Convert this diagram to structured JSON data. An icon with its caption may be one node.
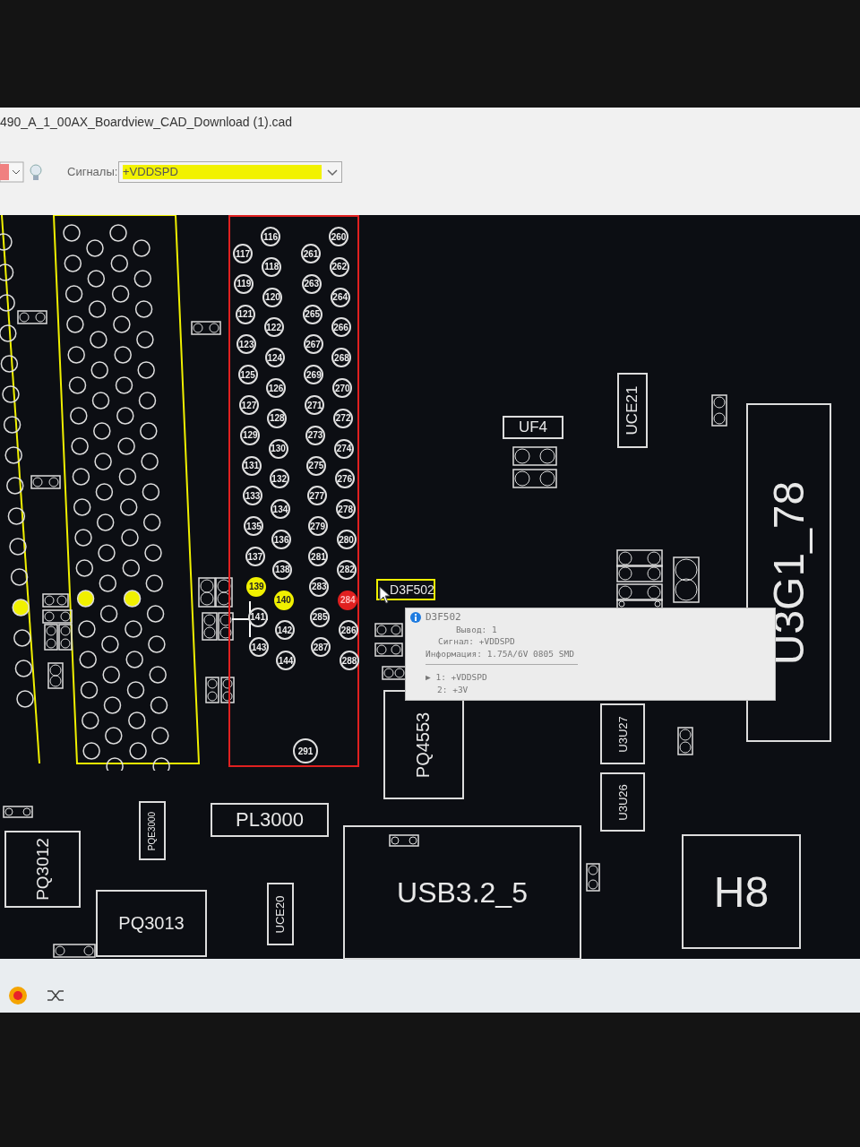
{
  "diagram": {
    "nodes": [
      {
        "text": [],
        "shape": "box"
      },
      {
        "text": [
          "117"
        ],
        "in": 0
      },
      {
        "text": [
          "119"
        ],
        "in": 0
      },
      {
        "text": [
          "121"
        ],
        "in": 0
      },
      {
        "text": [
          "123"
        ],
        "in": 0
      },
      {
        "text": [
          "125"
        ],
        "in": 0
      },
      {
        "text": [
          "127"
        ],
        "in": 0
      },
      {
        "text": [
          "129"
        ],
        "in": 0
      },
      {
        "text": [
          "131"
        ],
        "in": 0
      },
      {
        "text": [
          "133"
        ],
        "in": 0
      },
      {
        "text": [
          "135"
        ],
        "in": 0
      },
      {
        "text": [
          "137"
        ],
        "in": 0
      },
      {
        "text": [
          "139"
        ],
        "in": 0
      },
      {
        "text": [
          "141"
        ],
        "in": 0
      },
      {
        "text": [
          "143"
        ],
        "in": 0
      },
      {
        "text": [
          "116"
        ],
        "in": 0
      },
      {
        "text": [
          "118"
        ],
        "in": 0
      },
      {
        "text": [
          "120"
        ],
        "in": 0
      },
      {
        "text": [
          "122"
        ],
        "in": 0
      },
      {
        "text": [
          "124"
        ],
        "in": 0
      },
      {
        "text": [
          "126"
        ],
        "in": 0
      },
      {
        "text": [
          "128"
        ],
        "in": 0
      },
      {
        "text": [
          "130"
        ],
        "in": 0
      },
      {
        "text": [
          "132"
        ],
        "in": 0
      },
      {
        "text": [
          "134"
        ],
        "in": 0
      },
      {
        "text": [
          "136"
        ],
        "in": 0
      },
      {
        "text": [
          "138"
        ],
        "in": 0
      },
      {
        "text": [
          "140"
        ],
        "in": 0
      },
      {
        "text": [
          "142"
        ],
        "in": 0
      },
      {
        "text": [
          "144"
        ],
        "in": 0
      },
      {
        "text": [
          "261"
        ],
        "in": 0
      },
      {
        "text": [
          "263"
        ],
        "in": 0
      },
      {
        "text": [
          "265"
        ],
        "in": 0
      },
      {
        "text": [
          "267"
        ],
        "in": 0
      },
      {
        "text": [
          "269"
        ],
        "in": 0
      },
      {
        "text": [
          "271"
        ],
        "in": 0
      },
      {
        "text": [
          "273"
        ],
        "in": 0
      },
      {
        "text": [
          "275"
        ],
        "in": 0
      },
      {
        "text": [
          "277"
        ],
        "in": 0
      },
      {
        "text": [
          "279"
        ],
        "in": 0
      },
      {
        "text": [
          "281"
        ],
        "in": 0
      },
      {
        "text": [
          "283"
        ],
        "in": 0
      },
      {
        "text": [
          "285"
        ],
        "in": 0
      },
      {
        "text": [
          "287"
        ],
        "in": 0
      },
      {
        "text": [
          "260"
        ],
        "in": 0
      },
      {
        "text": [
          "262"
        ],
        "in": 0
      },
      {
        "text": [
          "264"
        ],
        "in": 0
      },
      {
        "text": [
          "266"
        ],
        "in": 0
      },
      {
        "text": [
          "268"
        ],
        "in": 0
      },
      {
        "text": [
          "270"
        ],
        "in": 0
      },
      {
        "text": [
          "272"
        ],
        "in": 0
      },
      {
        "text": [
          "274"
        ],
        "in": 0
      },
      {
        "text": [
          "276"
        ],
        "in": 0
      },
      {
        "text": [
          "278"
        ],
        "in": 0
      },
      {
        "text": [
          "280"
        ],
        "in": 0
      },
      {
        "text": [
          "282"
        ],
        "in": 0
      },
      {
        "text": [
          "284"
        ],
        "in": 0
      },
      {
        "text": [
          "286"
        ],
        "in": 0
      },
      {
        "text": [
          "288"
        ],
        "in": 0
      },
      {
        "text": [
          "291"
        ],
        "in": 0
      },
      {
        "text": [
          "D3F502"
        ]
      },
      {
        "text": [
          "UF4"
        ]
      },
      {
        "text": [
          "UCE21"
        ]
      },
      {
        "text": [
          "U3G1_78"
        ]
      },
      {
        "text": [
          "PQ4553"
        ]
      },
      {
        "text": [
          "U3U27"
        ]
      },
      {
        "text": [
          "U3U26"
        ]
      },
      {
        "text": [
          "PL3000"
        ]
      },
      {
        "text": [
          "PQ3012"
        ]
      },
      {
        "text": [
          "PQ3013"
        ]
      },
      {
        "text": [
          "UCE20"
        ]
      },
      {
        "text": [
          "PQE3000"
        ]
      },
      {
        "text": [
          "USB3.2_5"
        ]
      },
      {
        "text": [
          "H8"
        ]
      },
      {
        "text": [
          "D3F502",
          "Вывод: 1",
          "Сигнал: +VDDSPD",
          "Информация: 1.75A/6V 0805 SMD",
          "▶ 1: +VDDSPD",
          "2: +3V"
        ]
      }
    ],
    "edges": [],
    "labels": [
      "490_A_1_00AX_Boardview_CAD_Download (1).cad",
      "Сигналы:",
      "+VDDSPD"
    ]
  }
}
